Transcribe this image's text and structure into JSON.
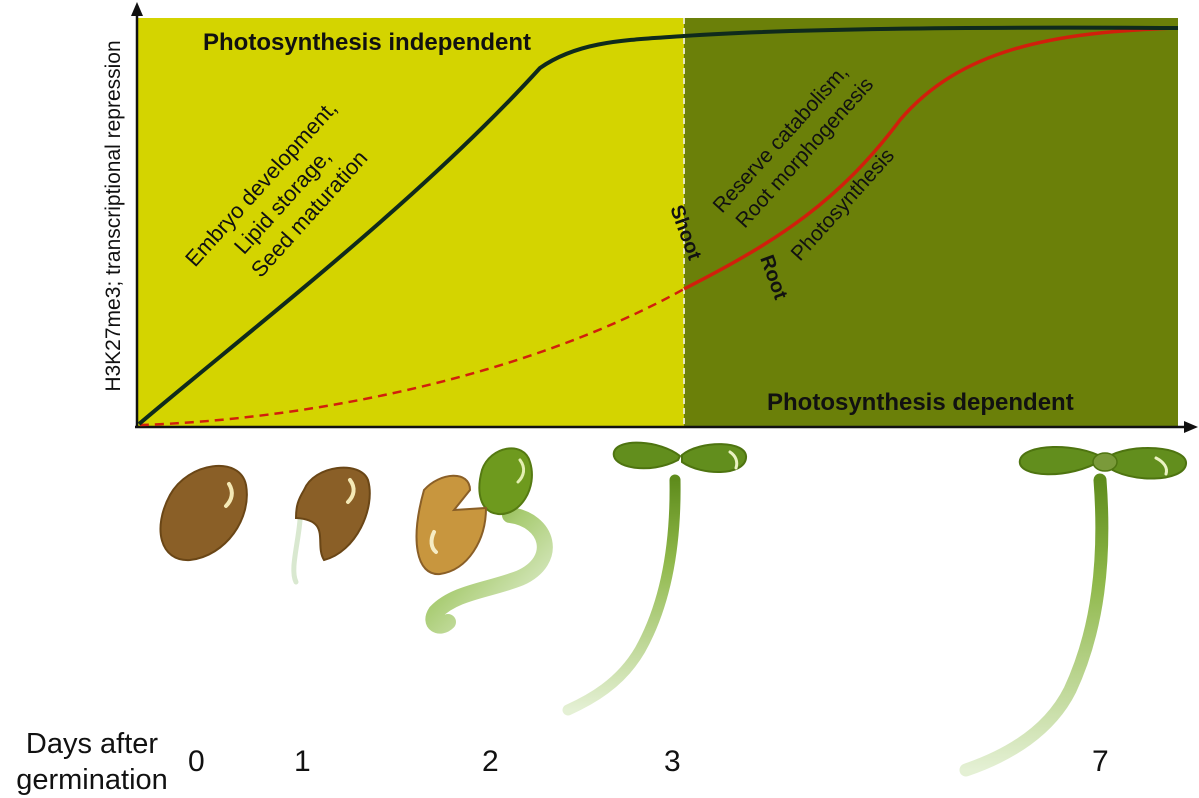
{
  "y_axis_label": "H3K27me3; transcriptional repression",
  "x_axis_label_line1": "Days after",
  "x_axis_label_line2": "germination",
  "regions": {
    "left": "Photosynthesis independent",
    "right": "Photosynthesis dependent"
  },
  "annotations": {
    "embryo_line1": "Embryo development,",
    "embryo_line2": "Lipid storage,",
    "embryo_line3": "Seed maturation",
    "reserve_line1": "Reserve catabolism,",
    "reserve_line2": "Root morphogenesis",
    "photosynthesis": "Photosynthesis",
    "shoot": "Shoot",
    "root": "Root"
  },
  "days": [
    "0",
    "1",
    "2",
    "3",
    "7"
  ],
  "stage_icons": [
    "dry-seed-icon",
    "germinating-seed-icon",
    "seedling-emergence-icon",
    "young-seedling-icon",
    "established-seedling-icon"
  ],
  "colors": {
    "independent_region": "#d4d400",
    "dependent_region": "#6b8009",
    "shoot_curve": "#0f2a1c",
    "root_curve": "#d11f0c",
    "seed_brown": "#8a5f27",
    "seed_tan": "#c8963e",
    "seedling_green": "#5f8c1c"
  }
}
